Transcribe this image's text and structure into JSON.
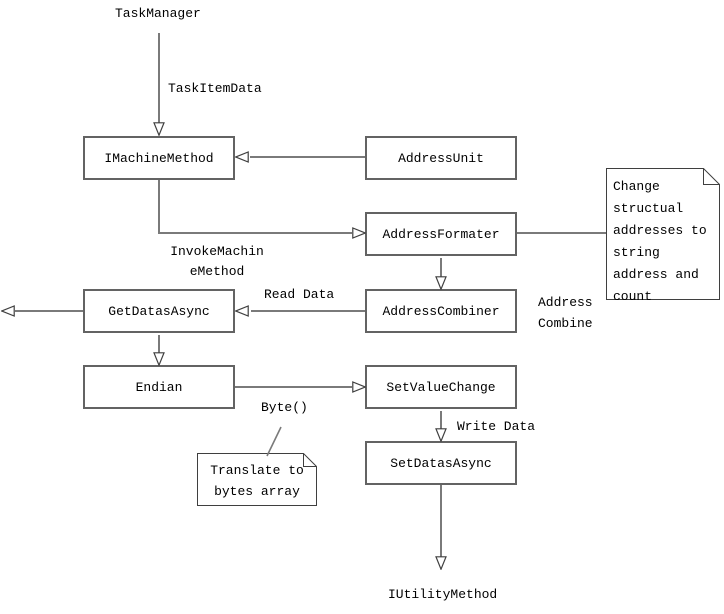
{
  "diagram": {
    "background": "#ffffff",
    "line_color": "#7a7a7a",
    "box_border_color": "#636363",
    "note_border_color": "#3f3f3f",
    "text_color": "#000000",
    "nodes": {
      "task_manager": "TaskManager",
      "imachine_method": "IMachineMethod",
      "address_unit": "AddressUnit",
      "address_formater": "AddressFormater",
      "address_combiner": "AddressCombiner",
      "get_datas_async": "GetDatasAsync",
      "endian": "Endian",
      "set_value_change": "SetValueChange",
      "set_datas_async": "SetDatasAsync",
      "iutility_method": "IUtilityMethod"
    },
    "edge_labels": {
      "task_item_data": "TaskItemData",
      "invoke_machine_method": "InvokeMachin\neMethod",
      "read_data": "Read Data",
      "address_combine": "Address\nCombine",
      "byte": "Byte()",
      "write_data": "Write Data"
    },
    "notes": {
      "change_structual": "Change\nstructual\naddresses to\nstring\naddress and\ncount",
      "translate_bytes": "Translate to\nbytes array"
    }
  }
}
